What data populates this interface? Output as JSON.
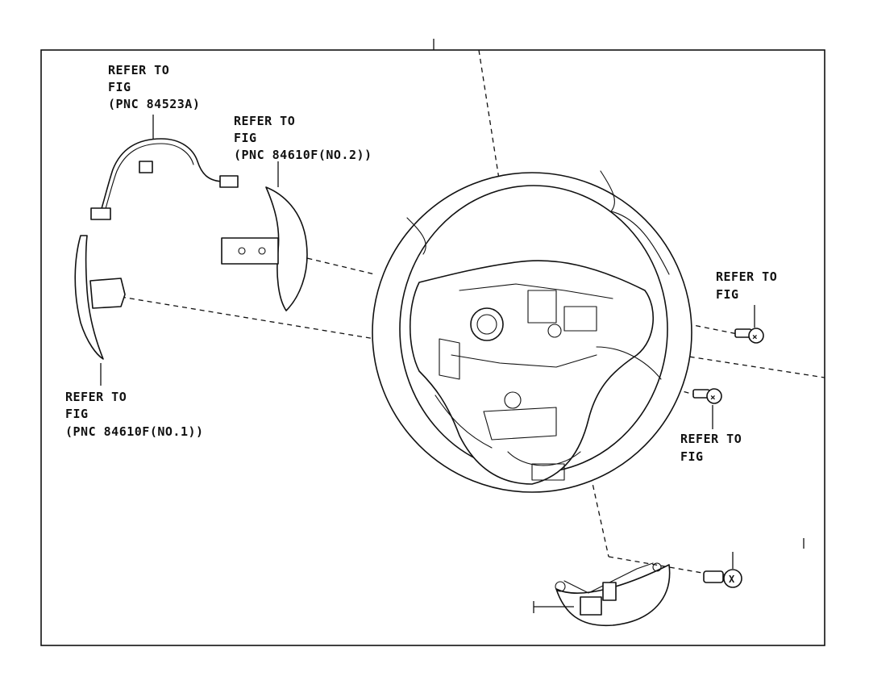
{
  "labels": {
    "wire_harness": [
      "REFER TO",
      "FIG",
      "(PNC 84523A)"
    ],
    "paddle_no2": [
      "REFER TO",
      "FIG",
      "(PNC 84610F(NO.2))"
    ],
    "paddle_no1": [
      "REFER TO",
      "FIG",
      "(PNC 84610F(NO.1))"
    ],
    "screw_upper_right": [
      "REFER TO",
      "FIG"
    ],
    "screw_mid_right": [
      "REFER TO",
      "FIG"
    ]
  },
  "screw_marks": {
    "upper_right": "×",
    "mid_right": "×",
    "lower_right": "X"
  }
}
